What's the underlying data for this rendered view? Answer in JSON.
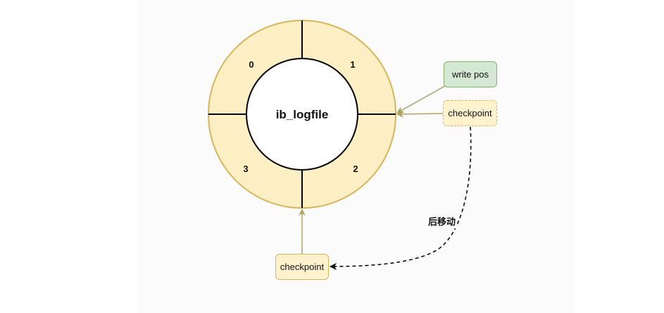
{
  "ring": {
    "center_label": "ib_logfile",
    "segments": [
      {
        "label": "0"
      },
      {
        "label": "1"
      },
      {
        "label": "2"
      },
      {
        "label": "3"
      }
    ]
  },
  "nodes": {
    "write_pos": "write pos",
    "checkpoint_before": "checkpoint",
    "checkpoint_after": "checkpoint"
  },
  "edges": {
    "move_label": "后移动"
  },
  "colors": {
    "ring_fill": "#fcefc4",
    "ring_stroke": "#d6b656",
    "inner_stroke": "#000000",
    "write_pos_fill": "#d5e8d4",
    "write_pos_stroke": "#82b366",
    "checkpoint_fill": "#fff2cc",
    "checkpoint_stroke": "#d6b656",
    "write_arrow": "#9aa86a",
    "checkpoint_arrow": "#b5a25e"
  }
}
